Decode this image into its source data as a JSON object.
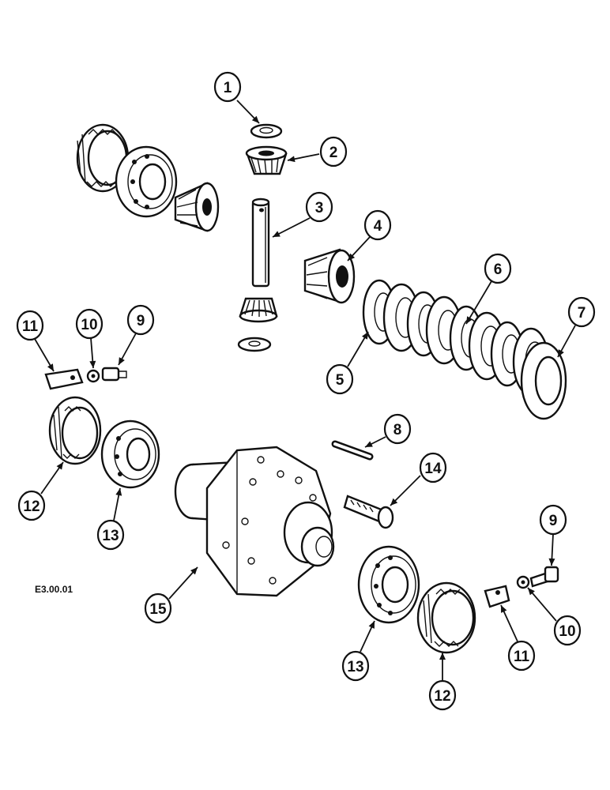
{
  "figure_code": "E3.00.01",
  "callouts": [
    {
      "id": "c1",
      "label": "1"
    },
    {
      "id": "c2",
      "label": "2"
    },
    {
      "id": "c3",
      "label": "3"
    },
    {
      "id": "c4",
      "label": "4"
    },
    {
      "id": "c5",
      "label": "5"
    },
    {
      "id": "c6",
      "label": "6"
    },
    {
      "id": "c7",
      "label": "7"
    },
    {
      "id": "c8",
      "label": "8"
    },
    {
      "id": "c9a",
      "label": "9"
    },
    {
      "id": "c9b",
      "label": "9"
    },
    {
      "id": "c10a",
      "label": "10"
    },
    {
      "id": "c10b",
      "label": "10"
    },
    {
      "id": "c11a",
      "label": "11"
    },
    {
      "id": "c11b",
      "label": "11"
    },
    {
      "id": "c12a",
      "label": "12"
    },
    {
      "id": "c12b",
      "label": "12"
    },
    {
      "id": "c13a",
      "label": "13"
    },
    {
      "id": "c13b",
      "label": "13"
    },
    {
      "id": "c14",
      "label": "14"
    },
    {
      "id": "c15",
      "label": "15"
    }
  ]
}
